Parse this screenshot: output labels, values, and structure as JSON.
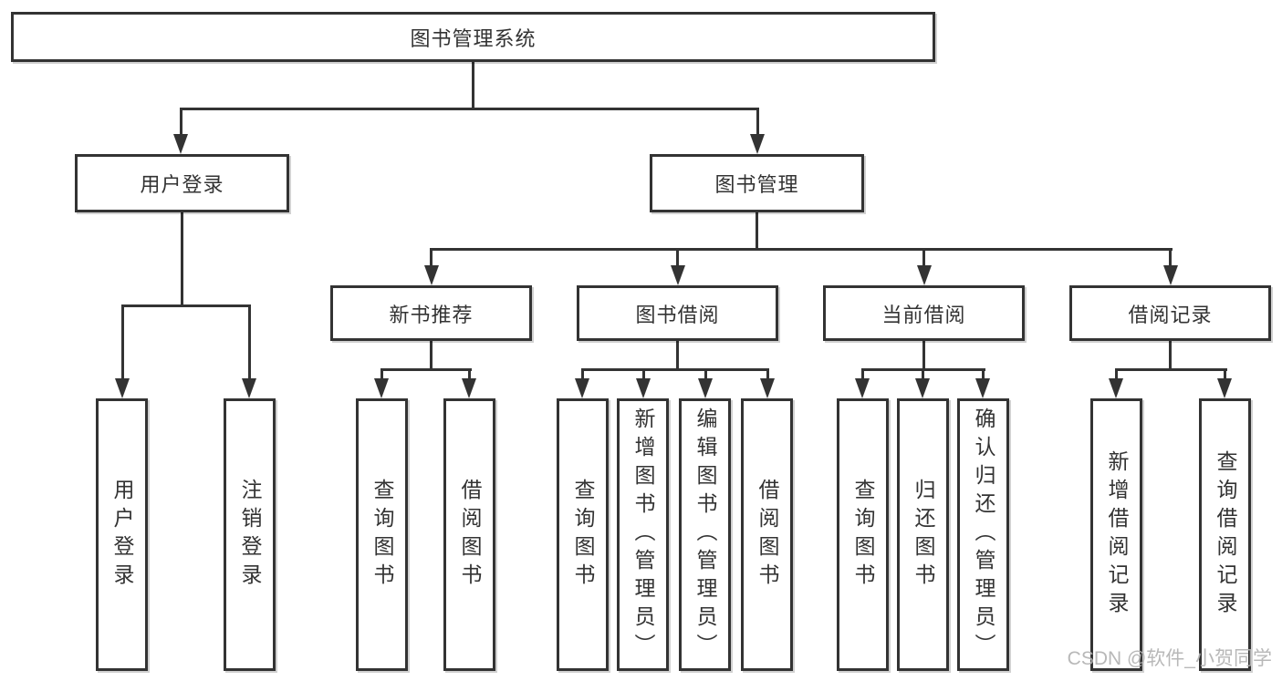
{
  "diagram": {
    "root": {
      "label": "图书管理系统"
    },
    "level2": [
      {
        "id": "user-login",
        "label": "用户登录"
      },
      {
        "id": "book-management",
        "label": "图书管理"
      }
    ],
    "level3": [
      {
        "id": "new-book-recommend",
        "label": "新书推荐"
      },
      {
        "id": "book-borrowing",
        "label": "图书借阅"
      },
      {
        "id": "current-borrowing",
        "label": "当前借阅"
      },
      {
        "id": "borrowing-records",
        "label": "借阅记录"
      }
    ],
    "leaves": [
      {
        "id": "user-login-action",
        "label": "用户登录"
      },
      {
        "id": "logout-action",
        "label": "注销登录"
      },
      {
        "id": "query-books-recommend",
        "label": "查询图书"
      },
      {
        "id": "borrow-books-recommend",
        "label": "借阅图书"
      },
      {
        "id": "query-books-borrowing",
        "label": "查询图书"
      },
      {
        "id": "add-books-admin",
        "label": "新增图书（管理员）"
      },
      {
        "id": "edit-books-admin",
        "label": "编辑图书（管理员）"
      },
      {
        "id": "borrow-books-borrowing",
        "label": "借阅图书"
      },
      {
        "id": "query-books-current",
        "label": "查询图书"
      },
      {
        "id": "return-books",
        "label": "归还图书"
      },
      {
        "id": "confirm-return-admin",
        "label": "确认归还（管理员）"
      },
      {
        "id": "add-borrow-record",
        "label": "新增借阅记录"
      },
      {
        "id": "query-borrow-record",
        "label": "查询借阅记录"
      }
    ],
    "watermark": "CSDN @软件_小贺同学",
    "colors": {
      "line": "#333333",
      "text": "#333333",
      "background": "#ffffff",
      "watermark": "#b2b2b2"
    }
  }
}
